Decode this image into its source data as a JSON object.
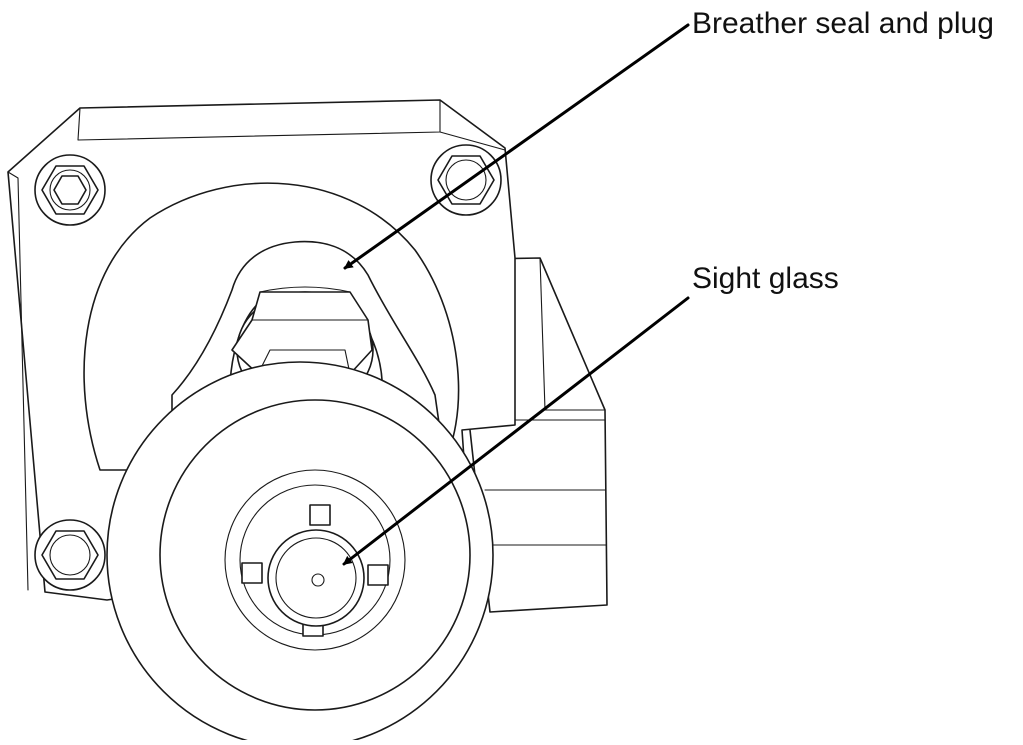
{
  "diagram": {
    "callouts": [
      {
        "id": "breather",
        "label": "Breather seal and plug"
      },
      {
        "id": "sight",
        "label": "Sight glass"
      }
    ],
    "line_color": "#1a1a1a",
    "arrow_color": "#000000",
    "background": "#ffffff"
  }
}
